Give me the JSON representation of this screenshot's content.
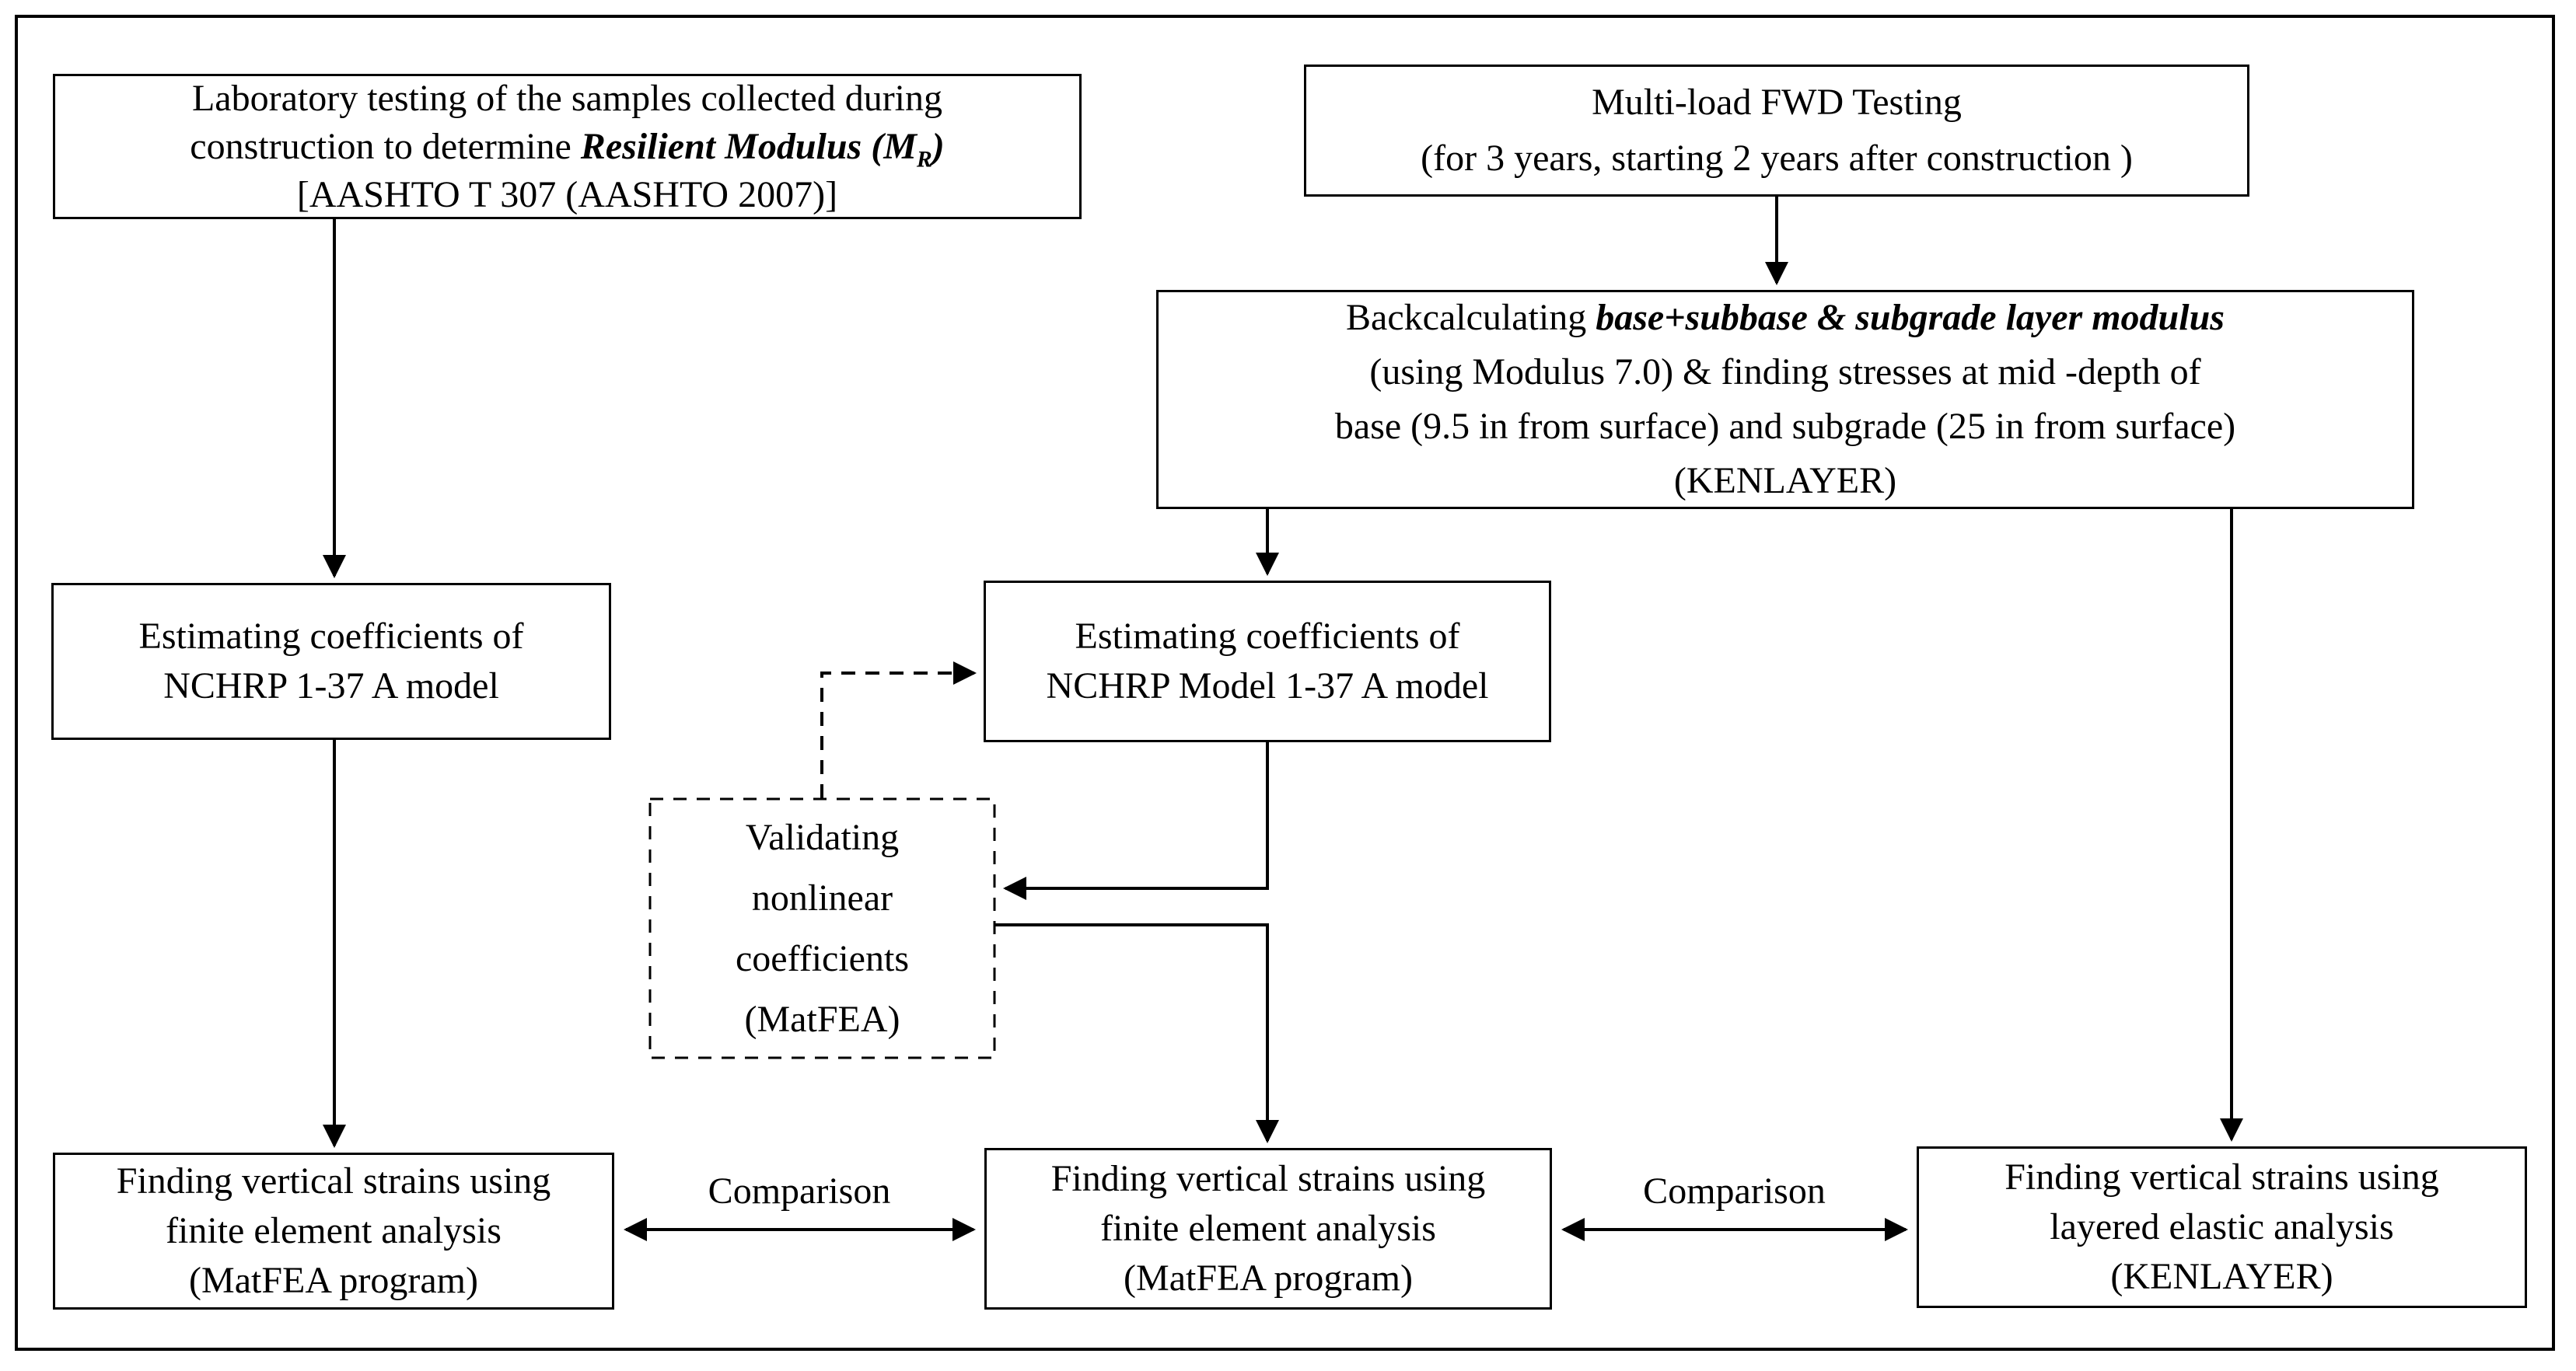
{
  "colors": {
    "ink": "#000000",
    "paper": "#ffffff"
  },
  "boxes": {
    "lab_testing": {
      "line1": "Laboratory testing of the samples collected during",
      "line2_prefix": "construction to determine ",
      "line2_emphasis": "Resilient Modulus (M",
      "line2_subscript": "R",
      "line2_suffix": ")",
      "line3": "[AASHTO T 307 (AASHTO 2007)]"
    },
    "fwd_testing": {
      "line1": "Multi-load FWD Testing",
      "line2": "(for 3 years, starting 2 years after construction )"
    },
    "backcalculating": {
      "line1_prefix": "Backcalculating ",
      "line1_emphasis": "base+subbase & subgrade layer modulus",
      "line2": "(using Modulus 7.0) & finding stresses at mid -depth of",
      "line3": "base (9.5 in from surface) and subgrade (25 in from surface)",
      "line4": "(KENLAYER)"
    },
    "estimating_left": {
      "line1": "Estimating coefficients of",
      "line2": "NCHRP 1-37 A model"
    },
    "estimating_center": {
      "line1": "Estimating coefficients of",
      "line2": "NCHRP Model 1-37 A model"
    },
    "validating": {
      "line1": "Validating",
      "line2": "nonlinear",
      "line3": "coefficients",
      "line4": "(MatFEA)"
    },
    "strains_fea_left": {
      "line1": "Finding vertical strains using",
      "line2": "finite element analysis",
      "line3": "(MatFEA program)"
    },
    "strains_fea_center": {
      "line1": "Finding vertical strains using",
      "line2": "finite element analysis",
      "line3": "(MatFEA program)"
    },
    "strains_lea_right": {
      "line1": "Finding vertical strains using",
      "line2": "layered elastic analysis",
      "line3": "(KENLAYER)"
    }
  },
  "labels": {
    "comparison_left": "Comparison",
    "comparison_right": "Comparison"
  }
}
